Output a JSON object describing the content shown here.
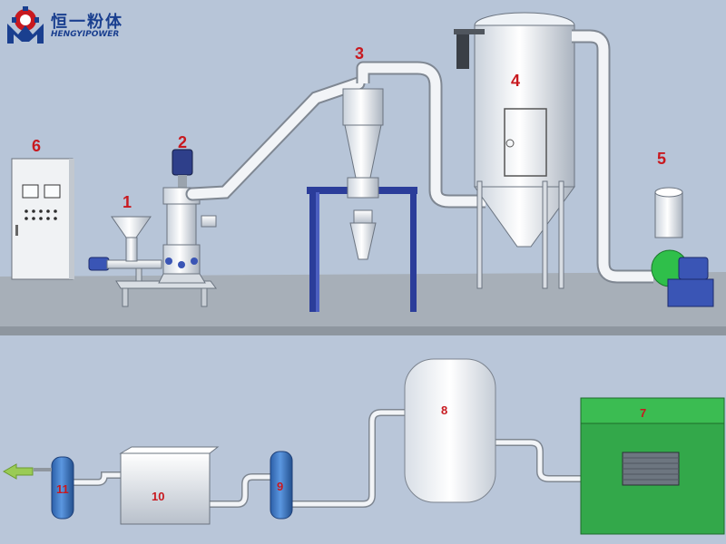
{
  "brand": {
    "name_cn": "恒一粉体",
    "name_en": "HENGYIPOWER",
    "colors": {
      "blue": "#1a3f8f",
      "red": "#c8191f"
    },
    "icon": "gear-m-logo-icon"
  },
  "labels": {
    "n1": "1",
    "n2": "2",
    "n3": "3",
    "n4": "4",
    "n5": "5",
    "n6": "6",
    "n7": "7",
    "n8": "8",
    "n9": "9",
    "n10": "10",
    "n11": "11"
  },
  "colors": {
    "floor": "#a9b2bb",
    "machine": "#eef2f6",
    "stand": "#2b3d9a",
    "motor_blue": "#3a55b5",
    "fan_green": "#2fbf4a",
    "box_green": "#33a84a",
    "tank_blue": "#3b79c7",
    "arrow": "#9acb55"
  }
}
